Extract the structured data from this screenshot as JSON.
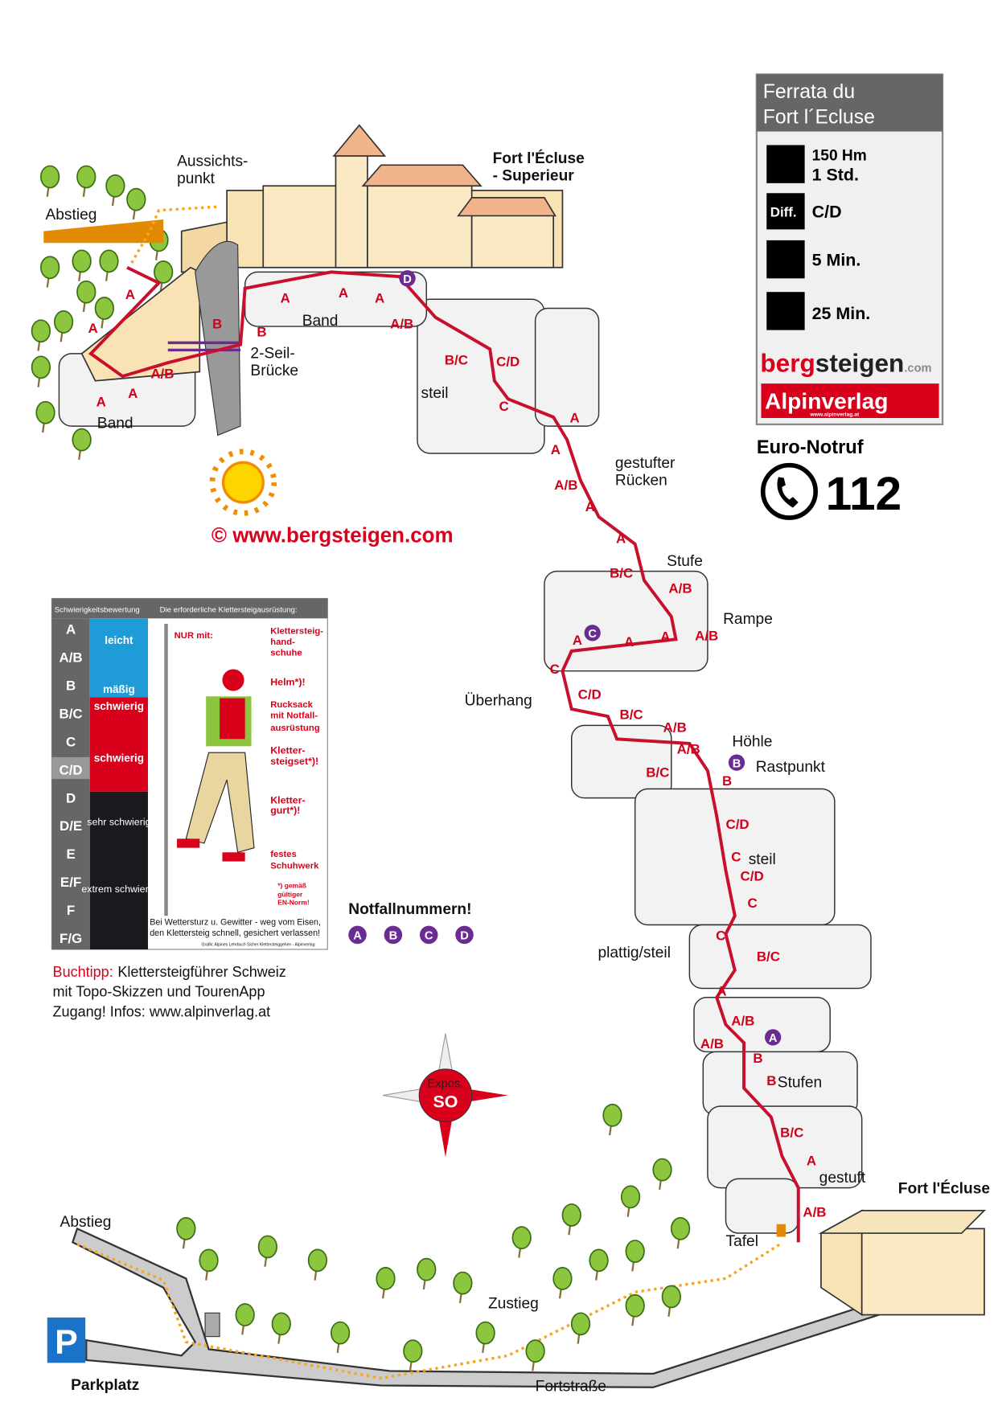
{
  "info_box": {
    "title_line1": "Ferrata du",
    "title_line2": "Fort l´Ecluse",
    "height": "150 Hm",
    "duration": "1 Std.",
    "diff_icon": "Diff.",
    "difficulty": "C/D",
    "approach_time": "5 Min.",
    "descent_time": "25 Min.",
    "brand1_a": "berg",
    "brand1_b": "steigen",
    "brand1_c": ".com",
    "brand2": "Alpinverlag",
    "brand2_url": "www.alpinverlag.at"
  },
  "emergency": {
    "title": "Euro-Notruf",
    "number": "112",
    "icon": "phone-icon"
  },
  "copyright": "©  www.bergsteigen.com",
  "map_labels": {
    "aussicht1": "Aussichts-",
    "aussicht2": "punkt",
    "abstieg_top": "Abstieg",
    "band1": "Band",
    "seil1": "2-Seil-",
    "seil2": "Brücke",
    "band2": "Band",
    "steil1": "steil",
    "fort_sup1": "Fort l'Écluse",
    "fort_sup2": "- Superieur",
    "ruecken1": "gestufter",
    "ruecken2": "Rücken",
    "stufe": "Stufe",
    "rampe": "Rampe",
    "ueberhang": "Überhang",
    "hoehle": "Höhle",
    "rastpunkt": "Rastpunkt",
    "steil2": "steil",
    "plattig": "plattig/steil",
    "stufen": "Stufen",
    "gestuft": "gestuft",
    "tafel": "Tafel",
    "fort_bottom": "Fort l'Écluse",
    "abstieg_bottom": "Abstieg",
    "zustieg": "Zustieg",
    "parkplatz": "Parkplatz",
    "parking_sign": "P",
    "fortstrasse": "Fortstraße"
  },
  "grades": [
    "A",
    "A",
    "A",
    "A",
    "A/B",
    "B",
    "B",
    "A",
    "A",
    "A",
    "A/B",
    "B/C",
    "C/D",
    "C",
    "A",
    "A",
    "A/B",
    "A",
    "A",
    "B/C",
    "A/B",
    "A/B",
    "A",
    "A",
    "A",
    "C",
    "C/D",
    "B/C",
    "A/B",
    "A/B",
    "B/C",
    "B",
    "C/D",
    "C",
    "C/D",
    "C",
    "C",
    "B/C",
    "A",
    "A/B",
    "A/B",
    "B",
    "B",
    "B/C",
    "A",
    "A/B"
  ],
  "emergency_points": [
    "D",
    "C",
    "B",
    "A"
  ],
  "notfall": {
    "title": "Notfallnummern!",
    "items": [
      "A",
      "B",
      "C",
      "D"
    ]
  },
  "compass": {
    "line1": "Expos.",
    "line2": "SO"
  },
  "legend": {
    "header_left": "Schwierigkeitsbewertung",
    "header_right": "Die erforderliche Klettersteigausrüstung:",
    "grades": [
      "A",
      "A/B",
      "B",
      "B/C",
      "C",
      "C/D",
      "D",
      "D/E",
      "E",
      "E/F",
      "F",
      "F/G"
    ],
    "levels": [
      {
        "label": "leicht",
        "color": "#1f9bd7"
      },
      {
        "label": "mäßig",
        "color": "#1f9bd7"
      },
      {
        "label": "schwierig",
        "color": "#d9001b"
      },
      {
        "label": "schwierig",
        "color": "#d9001b"
      },
      {
        "label": "sehr schwierig",
        "color": "#1a1a1e"
      },
      {
        "label": "extrem schwierig",
        "color": "#1a1a1e"
      }
    ],
    "nur_mit": "NUR mit:",
    "equipment": [
      "Klettersteig-",
      "hand-",
      "schuhe",
      "Helm*)!",
      "Rucksack",
      "mit Notfall-",
      "ausrüstung",
      "Kletter-",
      "steigset*)!",
      "Kletter-",
      "gurt*)!",
      "festes",
      "Schuhwerk",
      "*) gemäß",
      "gültiger",
      "EN-Norm!"
    ],
    "warning1": "Bei Wettersturz u. Gewitter - weg vom Eisen,",
    "warning2": "den Klettersteig schnell, gesichert verlassen!",
    "credit": "Grafik: Alpines Lehrbuch Sicher Klettersteiggehen - Alpinverlag"
  },
  "booktip": {
    "prefix": "Buchtipp:",
    "line1": "Klettersteigführer Schweiz",
    "line2": "mit Topo-Skizzen und TourenApp",
    "line3": "Zugang! Infos: www.alpinverlag.at"
  },
  "colors": {
    "route": "#c8102e",
    "purple": "#6b2c91",
    "accent_red": "#d9001b",
    "path": "#f5a623"
  }
}
